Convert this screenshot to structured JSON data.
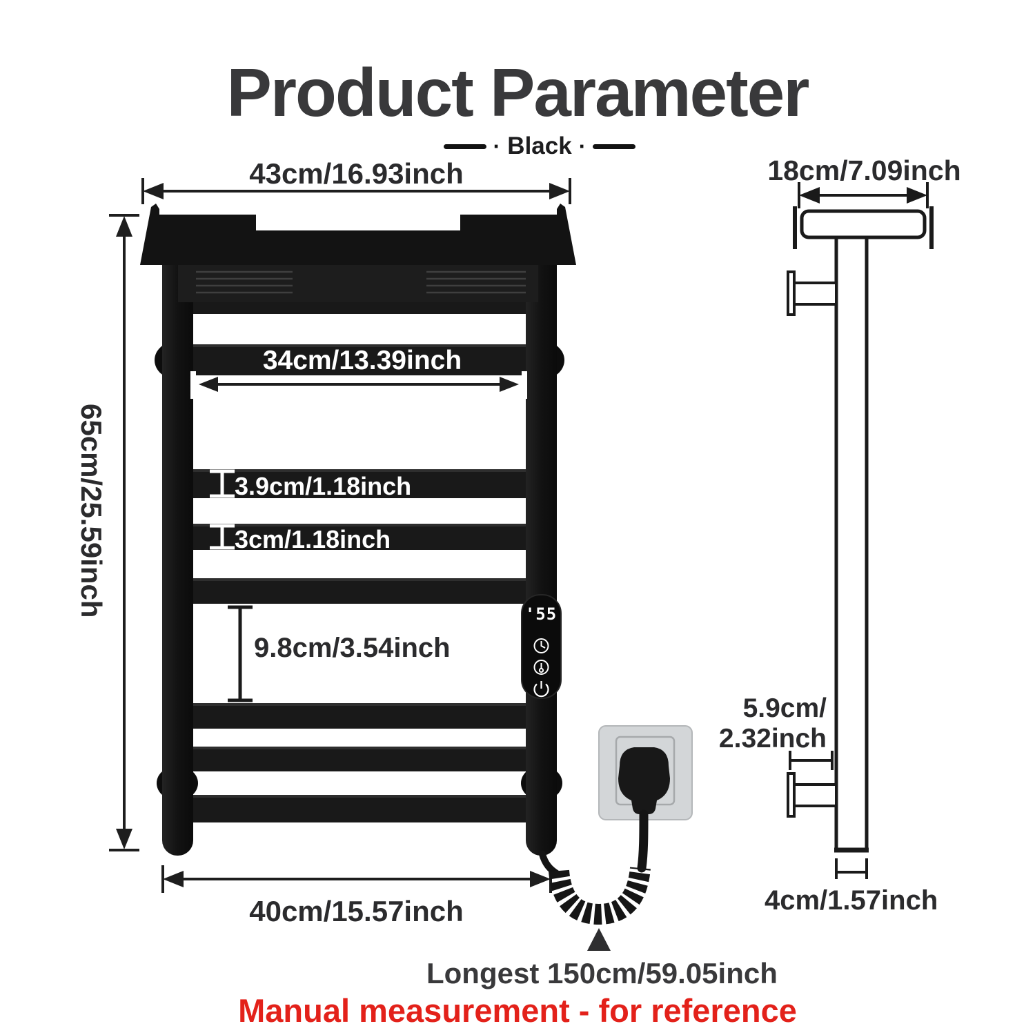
{
  "title": "Product Parameter",
  "variant": {
    "label": "Black",
    "dot_left": "·",
    "dot_right": "·"
  },
  "front_view": {
    "dim_top_width": "43cm/16.93inch",
    "dim_height": "65cm/25.59inch",
    "dim_inner_width": "34cm/13.39inch",
    "dim_rung_gap": "3.9cm/1.18inch",
    "dim_rung_width": "3cm/1.18inch",
    "dim_middle_gap": "9.8cm/3.54inch",
    "dim_bottom_width": "40cm/15.57inch",
    "control_panel": {
      "display_value": "'55",
      "icons": [
        "timer-clock",
        "temperature",
        "power"
      ]
    }
  },
  "side_view": {
    "dim_depth": "18cm/7.09inch",
    "dim_wall_distance_line1": "5.9cm/",
    "dim_wall_distance_line2": "2.32inch",
    "dim_post_depth": "4cm/1.57inch"
  },
  "power_cord": {
    "label": "Longest 150cm/59.05inch"
  },
  "footnote": "Manual measurement - for reference",
  "colors": {
    "ink": "#2b2b2d",
    "rack_black": "#161616",
    "note_red": "#e3211a",
    "socket_gray": "#d3d6d8"
  }
}
